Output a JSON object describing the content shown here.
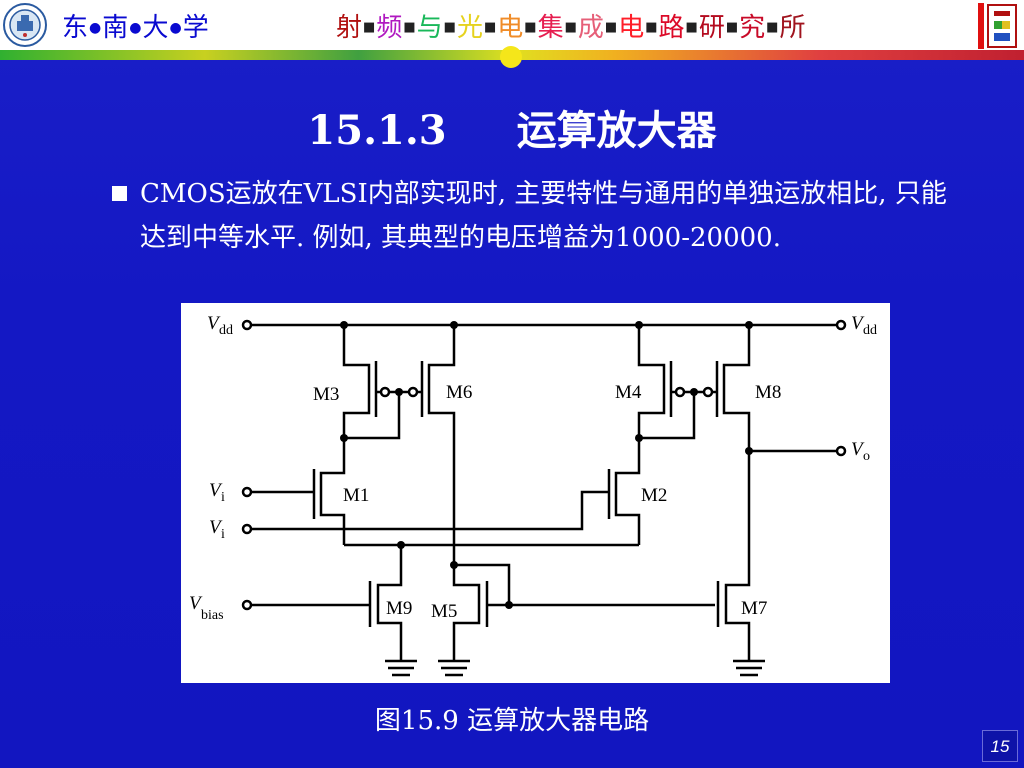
{
  "header": {
    "university": [
      "东",
      "南",
      "大",
      "学"
    ],
    "institute": [
      {
        "ch": "射",
        "color": "#b01010"
      },
      {
        "ch": "频",
        "color": "#b018c0"
      },
      {
        "ch": "与",
        "color": "#19b85a"
      },
      {
        "ch": "光",
        "color": "#e6d21e"
      },
      {
        "ch": "电",
        "color": "#f08c28"
      },
      {
        "ch": "集",
        "color": "#e61e50"
      },
      {
        "ch": "成",
        "color": "#e65f78"
      },
      {
        "ch": "电",
        "color": "#ff1e28"
      },
      {
        "ch": "路",
        "color": "#dc0a28"
      },
      {
        "ch": "研",
        "color": "#b40a1e"
      },
      {
        "ch": "究",
        "color": "#c80a28"
      },
      {
        "ch": "所",
        "color": "#a0141e"
      }
    ],
    "separator_square": "■",
    "separator_dot": "●",
    "brand_color": "#0a0ad0"
  },
  "slide": {
    "title_number": "15.1.3",
    "title_text": "运算放大器",
    "body_text": "CMOS运放在VLSI内部实现时, 主要特性与通用的单独运放相比, 只能达到中等水平. 例如, 其典型的电压增益为1000-20000.",
    "caption": "图15.9   运算放大器电路",
    "page_number": "15",
    "background_color": "#1418c4"
  },
  "schematic": {
    "v_main": "V",
    "sub_dd": "dd",
    "sub_i": "i",
    "sub_o": "o",
    "sub_bias": "bias",
    "transistors": [
      "M1",
      "M2",
      "M3",
      "M4",
      "M5",
      "M6",
      "M7",
      "M8",
      "M9"
    ]
  }
}
